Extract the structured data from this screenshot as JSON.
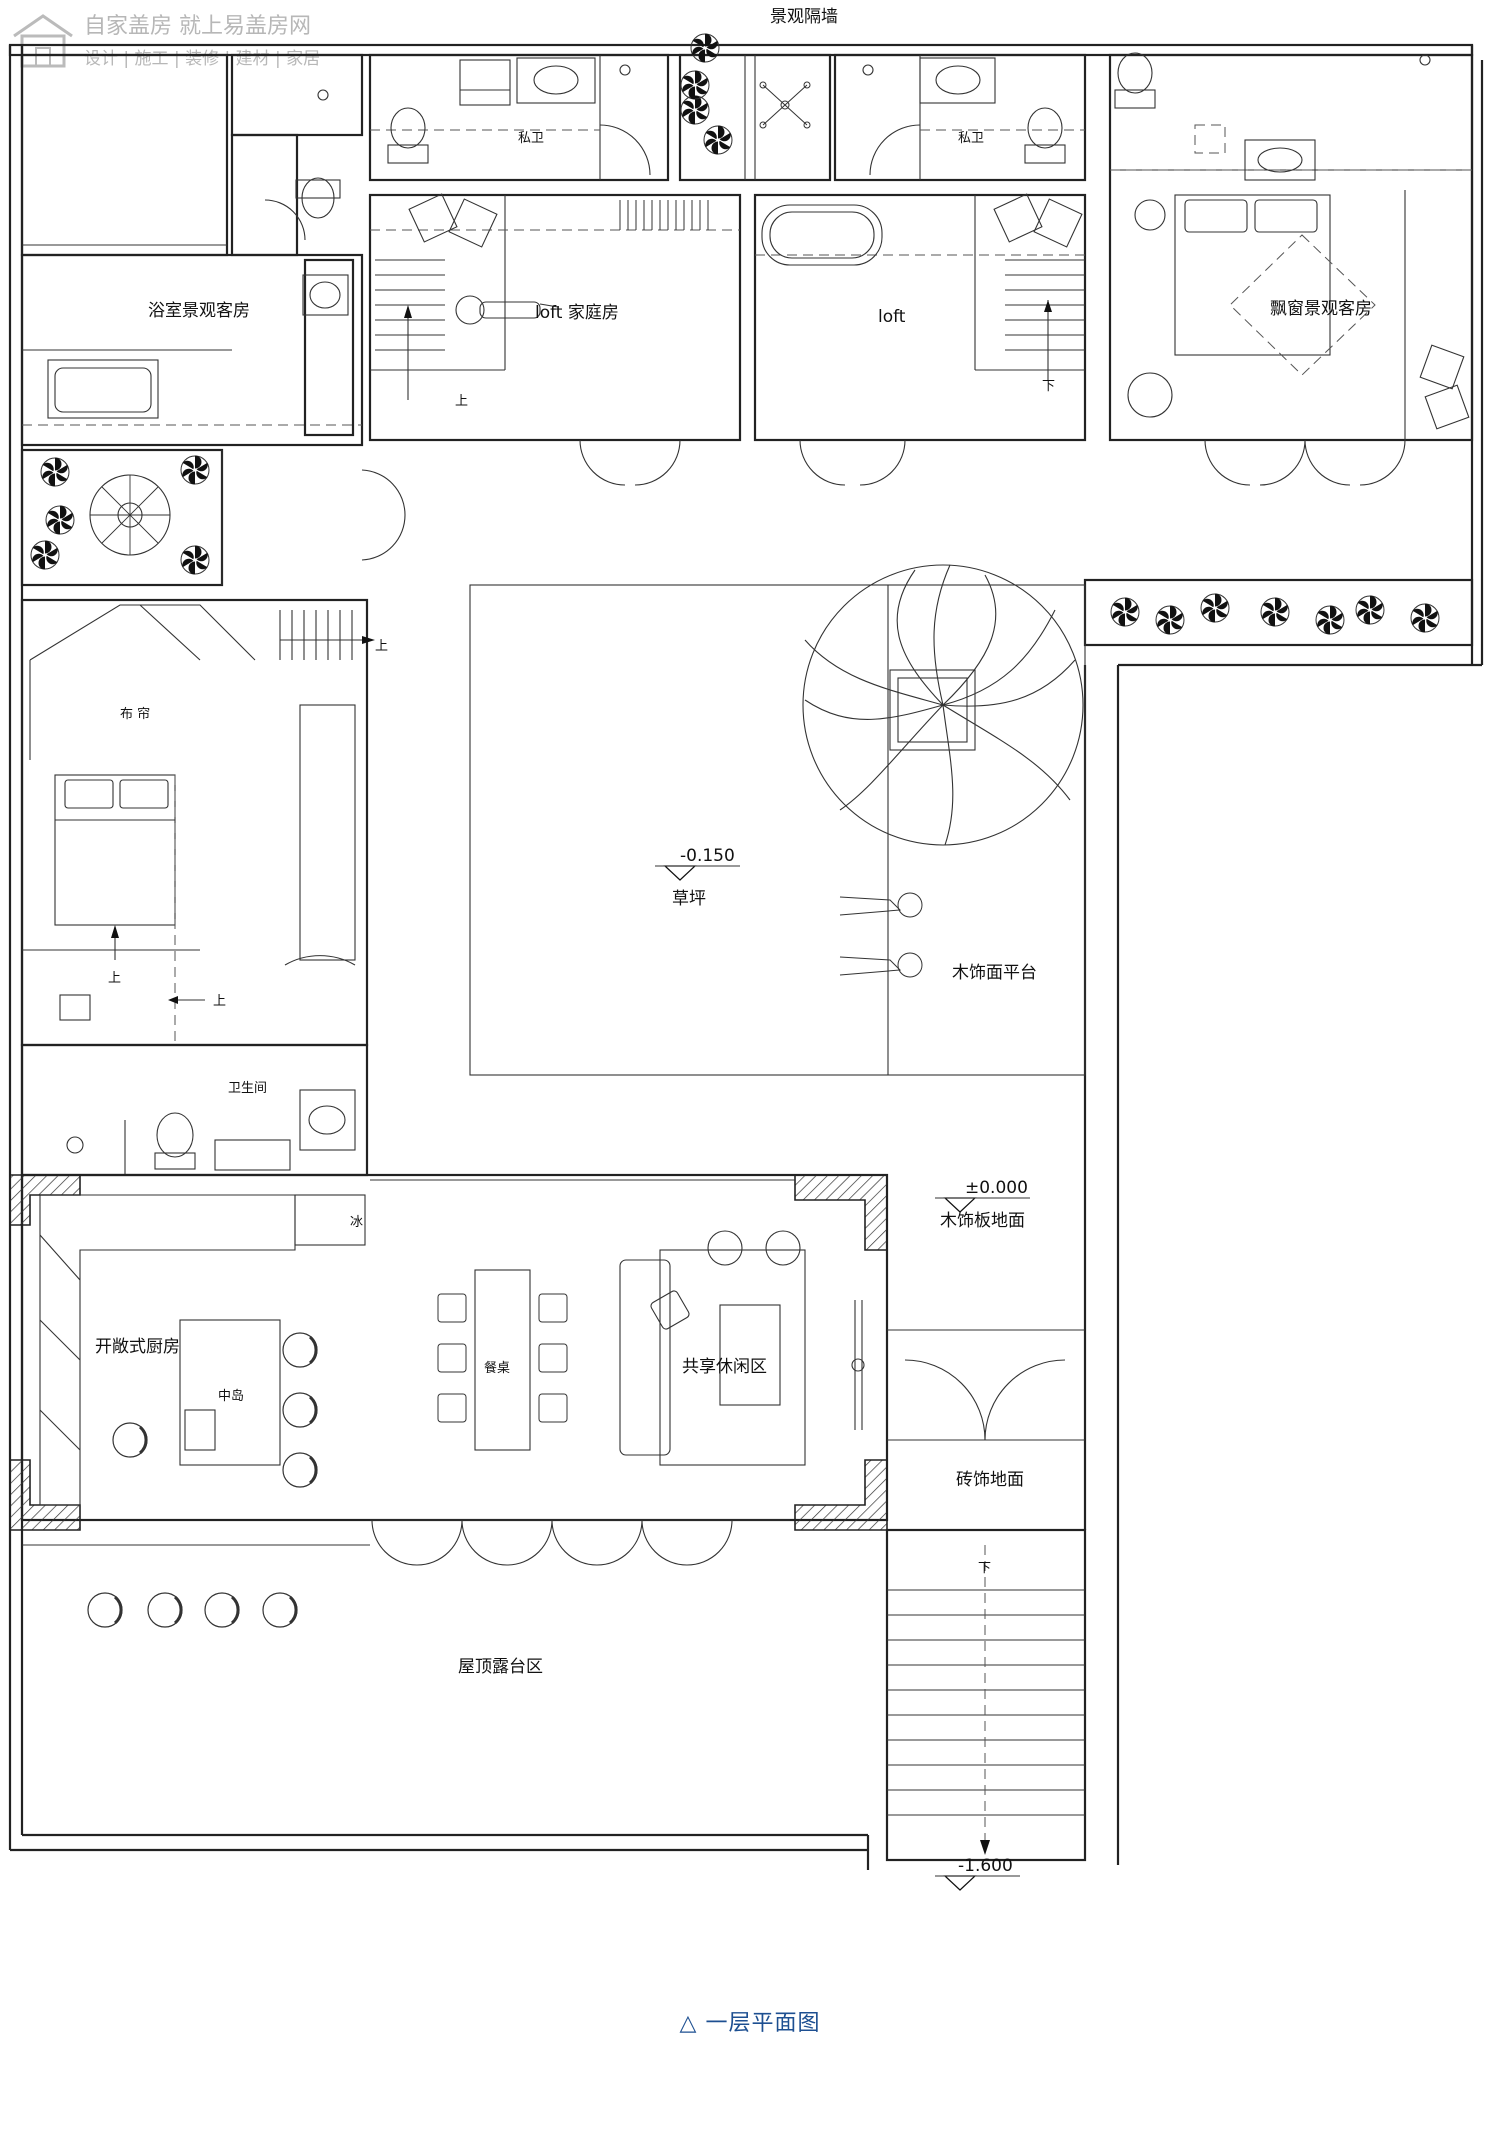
{
  "watermark": {
    "line1": "自家盖房 就上易盖房网",
    "line2": "设计 | 施工 | 装修 | 建材 | 家居"
  },
  "labels": {
    "landscape_wall": "景观隔墙",
    "private_bath_left": "私卫",
    "private_bath_right": "私卫",
    "loft_family_room": "loft 家庭房",
    "loft": "loft",
    "bay_window_guest_room": "飘窗景观客房",
    "bath_view_guest_room": "浴室景观客房",
    "cloth_curtain": "布 帘",
    "lawn": "草坪",
    "wood_deck": "木饰面平台",
    "wood_floor": "木饰板地面",
    "toilet_room": "卫生间",
    "fridge": "冰",
    "open_kitchen": "开敞式厨房",
    "kitchen_island": "中岛",
    "dining_table": "餐桌",
    "shared_lounge": "共享休闲区",
    "tile_floor": "砖饰地面",
    "roof_terrace": "屋顶露台区",
    "up": "上",
    "down": "下"
  },
  "elevations": {
    "lawn": "-0.150",
    "ground": "±0.000",
    "stair_bottom": "-1.600"
  },
  "caption": "△ 一层平面图",
  "colors": {
    "caption": "#1d4f91",
    "watermark": "#b7b7b7",
    "lines": "#222222"
  }
}
